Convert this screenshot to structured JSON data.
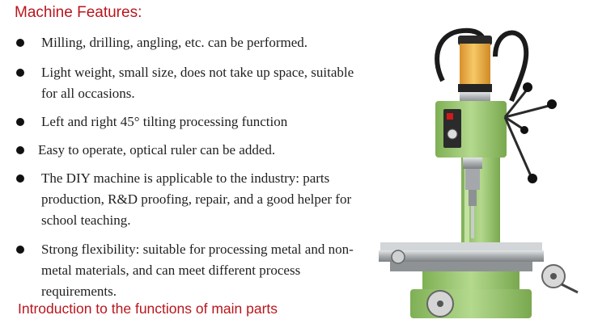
{
  "colors": {
    "heading": "#b8161d",
    "text": "#1f1f1f",
    "machine_green": "#a6cf7e",
    "machine_dark_green": "#7eae55",
    "spindle_yellow": "#f0b54a",
    "metal": "#b9bdbf"
  },
  "heading_top": "Machine Features:",
  "features": [
    "Milling, drilling, angling, etc. can be performed.",
    "Light weight, small size, does not take up space, suitable for all occasions.",
    "Left and right 45° tilting processing function",
    "Easy to operate, optical ruler can be added.",
    "The DIY machine is applicable to the industry: parts production, R&D proofing, repair, and a good helper for school teaching.",
    "Strong flexibility: suitable for processing metal and non-metal materials, and can meet different process requirements."
  ],
  "heading_bottom": "Introduction to the functions of main parts",
  "image": {
    "icon": "mini-milling-machine-icon"
  }
}
